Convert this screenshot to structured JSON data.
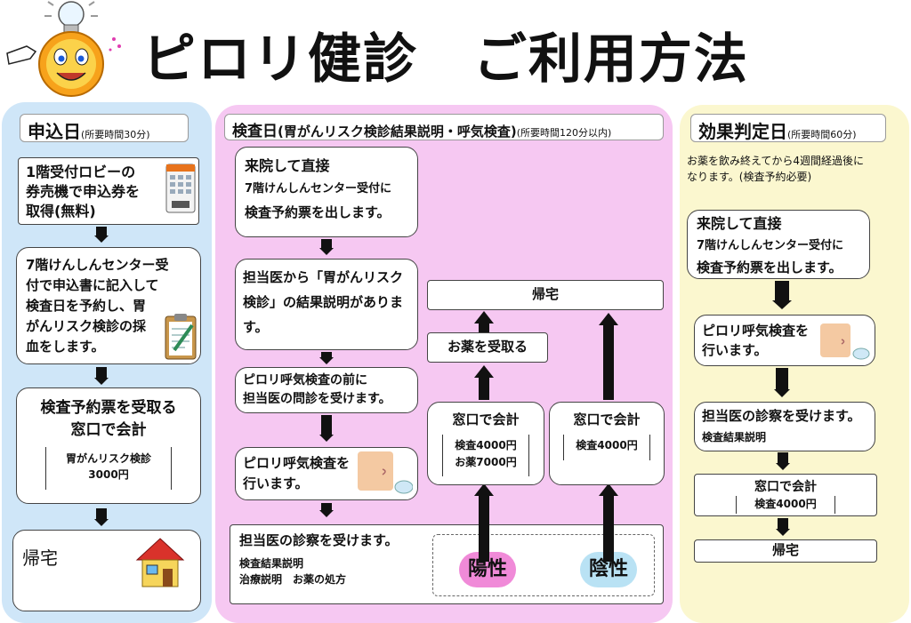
{
  "page": {
    "title": "ピロリ健診　ご利用方法"
  },
  "left": {
    "header": {
      "label": "申込日",
      "time": "(所要時間30分)"
    },
    "step1": [
      "1階受付ロビーの",
      "券売機で申込券を",
      "取得(無料)"
    ],
    "step2": [
      "7階けんしんセンター受",
      "付で申込書に記入して",
      "検査日を予約し、胃",
      "がんリスク検診の採",
      "血をします。"
    ],
    "step3": {
      "line1": "検査予約票を受取る",
      "line2": "窓口で会計",
      "fee_name": "胃がんリスク検診",
      "fee_value": "3000円"
    },
    "step4": "帰宅"
  },
  "middle": {
    "header": {
      "label": "検査日",
      "detail": "(胃がんリスク検診結果説明・呼気検査)",
      "time": "(所要時間120分以内)"
    },
    "step1": [
      "来院して直接",
      "7階けんしんセンター受付に",
      "検査予約票を出します。"
    ],
    "step2": [
      "担当医から「胃がんリスク",
      "検診」の結果説明がありま",
      "す。"
    ],
    "step3": [
      "ピロリ呼気検査の前に",
      "担当医の問診を受けます。"
    ],
    "step4": [
      "ピロリ呼気検査を",
      "行います。"
    ],
    "step5": {
      "title": "担当医の診察を受けます。",
      "line1": "検査結果説明",
      "line2": "治療説明　お薬の処方"
    },
    "positive": "陽性",
    "negative": "陰性",
    "pay_pos": {
      "title": "窓口で会計",
      "line1": "検査4000円",
      "line2": "お薬7000円"
    },
    "pay_neg": {
      "title": "窓口で会計",
      "line1": "検査4000円"
    },
    "medicine": "お薬を受取る",
    "home": "帰宅"
  },
  "right": {
    "header": {
      "label": "効果判定日",
      "time": "(所要時間60分)"
    },
    "note": [
      "お薬を飲み終えてから4週間経過後に",
      "なります。(検査予約必要)"
    ],
    "step1": [
      "来院して直接",
      "7階けんしんセンター受付に",
      "検査予約票を出します。"
    ],
    "step2": [
      "ピロリ呼気検査を",
      "行います。"
    ],
    "step3": {
      "title": "担当医の診察を受けます。",
      "line1": "検査結果説明"
    },
    "step4": {
      "title": "窓口で会計",
      "line1": "検査4000円"
    },
    "step5": "帰宅"
  },
  "icons": {
    "mascot": "lightbulb-sun-mascot-icon",
    "ticket": "ticket-machine-icon",
    "clipboard": "clipboard-icon",
    "house": "house-icon",
    "breath": "breath-test-icon"
  },
  "colors": {
    "left_panel": "#cfe6f8",
    "middle_panel": "#f6c8f2",
    "right_panel": "#fbf7cf",
    "positive": "#f08ad8",
    "negative": "#b9e2f4"
  }
}
